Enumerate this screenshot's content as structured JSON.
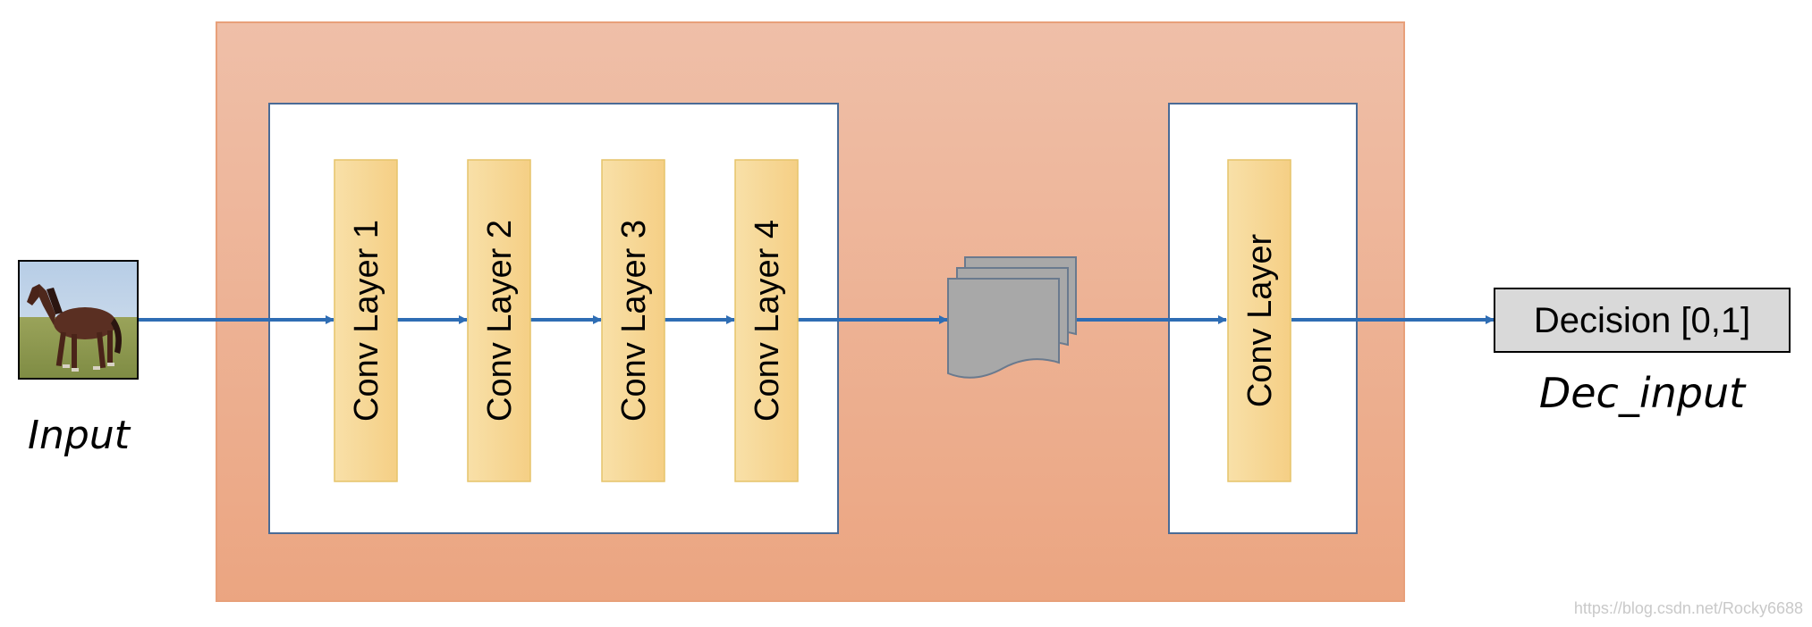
{
  "input": {
    "label": "Input",
    "image": "horse-photo"
  },
  "encoder": {
    "layers": [
      {
        "label": "Conv Layer 1"
      },
      {
        "label": "Conv Layer 2"
      },
      {
        "label": "Conv Layer 3"
      },
      {
        "label": "Conv Layer 4"
      }
    ]
  },
  "feature_maps": {
    "icon": "stacked-documents-icon"
  },
  "decoder": {
    "layer_label": "Conv Layer"
  },
  "output": {
    "box_label": "Decision [0,1]",
    "caption": "Dec_input"
  },
  "watermark": "https://blog.csdn.net/Rocky6688",
  "colors": {
    "outer_panel_top": "#efbfa8",
    "outer_panel_bottom": "#eba581",
    "outer_panel_border": "#e8a07a",
    "inner_box_border": "#4a6b96",
    "layer_fill_start": "#f8e0a8",
    "layer_fill_end": "#f5cf85",
    "layer_border": "#e6c46a",
    "arrow": "#2e6db4",
    "document_fill": "#a8a8a8",
    "document_border": "#6a7a8e",
    "decision_fill": "#d9d9d9"
  }
}
